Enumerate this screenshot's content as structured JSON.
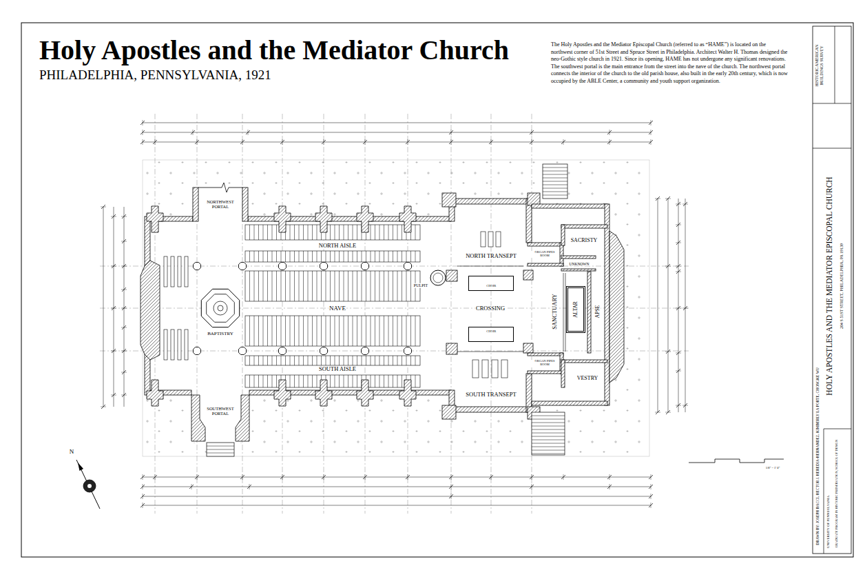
{
  "diagram": {
    "title": "Holy Apostles and the Mediator Church",
    "nodes": [
      {
        "text": [
          "NORTHWEST PORTAL"
        ]
      },
      {
        "text": [
          "NORTH AISLE"
        ]
      },
      {
        "text": [
          "NORTH TRANSEPT"
        ]
      },
      {
        "text": [
          "ORGAN PIPES ROOM"
        ]
      },
      {
        "text": [
          "SACRISTY"
        ]
      },
      {
        "text": [
          "UNKNOWN"
        ]
      },
      {
        "text": [
          "BAPTISTRY"
        ]
      },
      {
        "text": [
          "NAVE"
        ]
      },
      {
        "text": [
          "PULPIT"
        ]
      },
      {
        "text": [
          "CROSSING"
        ]
      },
      {
        "text": [
          "CHOIR"
        ],
        "in": 9
      },
      {
        "text": [
          "CHOIR"
        ],
        "in": 9
      },
      {
        "text": [
          "SANCTUARY"
        ]
      },
      {
        "text": [
          "ALTAR"
        ],
        "in": 12
      },
      {
        "text": [
          "APSE"
        ]
      },
      {
        "text": [
          "SOUTH AISLE"
        ]
      },
      {
        "text": [
          "ORGAN PIPES ROOM"
        ]
      },
      {
        "text": [
          "VESTRY"
        ]
      },
      {
        "text": [
          "SOUTH TRANSEPT"
        ]
      },
      {
        "text": [
          "SOUTHWEST PORTAL"
        ]
      }
    ],
    "labels": [
      "PHILADELPHIA, PENNSYLVANIA, 1921",
      "The Holy Apostles and the Mediator Episcopal Church (referred to as “HAME”) is located on the northwest corner of 51st Street and Spruce Street in Philadelphia. Architect Walter H. Thomas designed the neo-Gothic style church in 1921. Since its opening, HAME has not undergone any significant renovations. The southwest portal is the main entrance from the street into the nave of the church. The northwest portal connects the interior of the church to the old parish house, also built in the early 20th century, which is now occupied by the ABLE Center, a community and youth support organization.",
      "N",
      "1/8\" = 1' 0\"",
      "HISTORIC AMERICAN BUILDINGS SURVEY",
      "HOLY APOSTLES AND THE MEDIATOR EPISCOPAL CHURCH",
      "204 S 51ST STREET, PHILADELPHIA, PA 19139",
      "DRAWN BY: JOSEPH BACCI, HECTOR J. HEREDIA-HERNANDEZ, KIMBERLY LA PORTE, CHONGKE WU",
      "UNIVERSITY OF PENNSYLVANIA",
      "GRADUATE PROGRAM IN HISTORIC PRESERVATION, SCHOOL OF DESIGN"
    ]
  }
}
